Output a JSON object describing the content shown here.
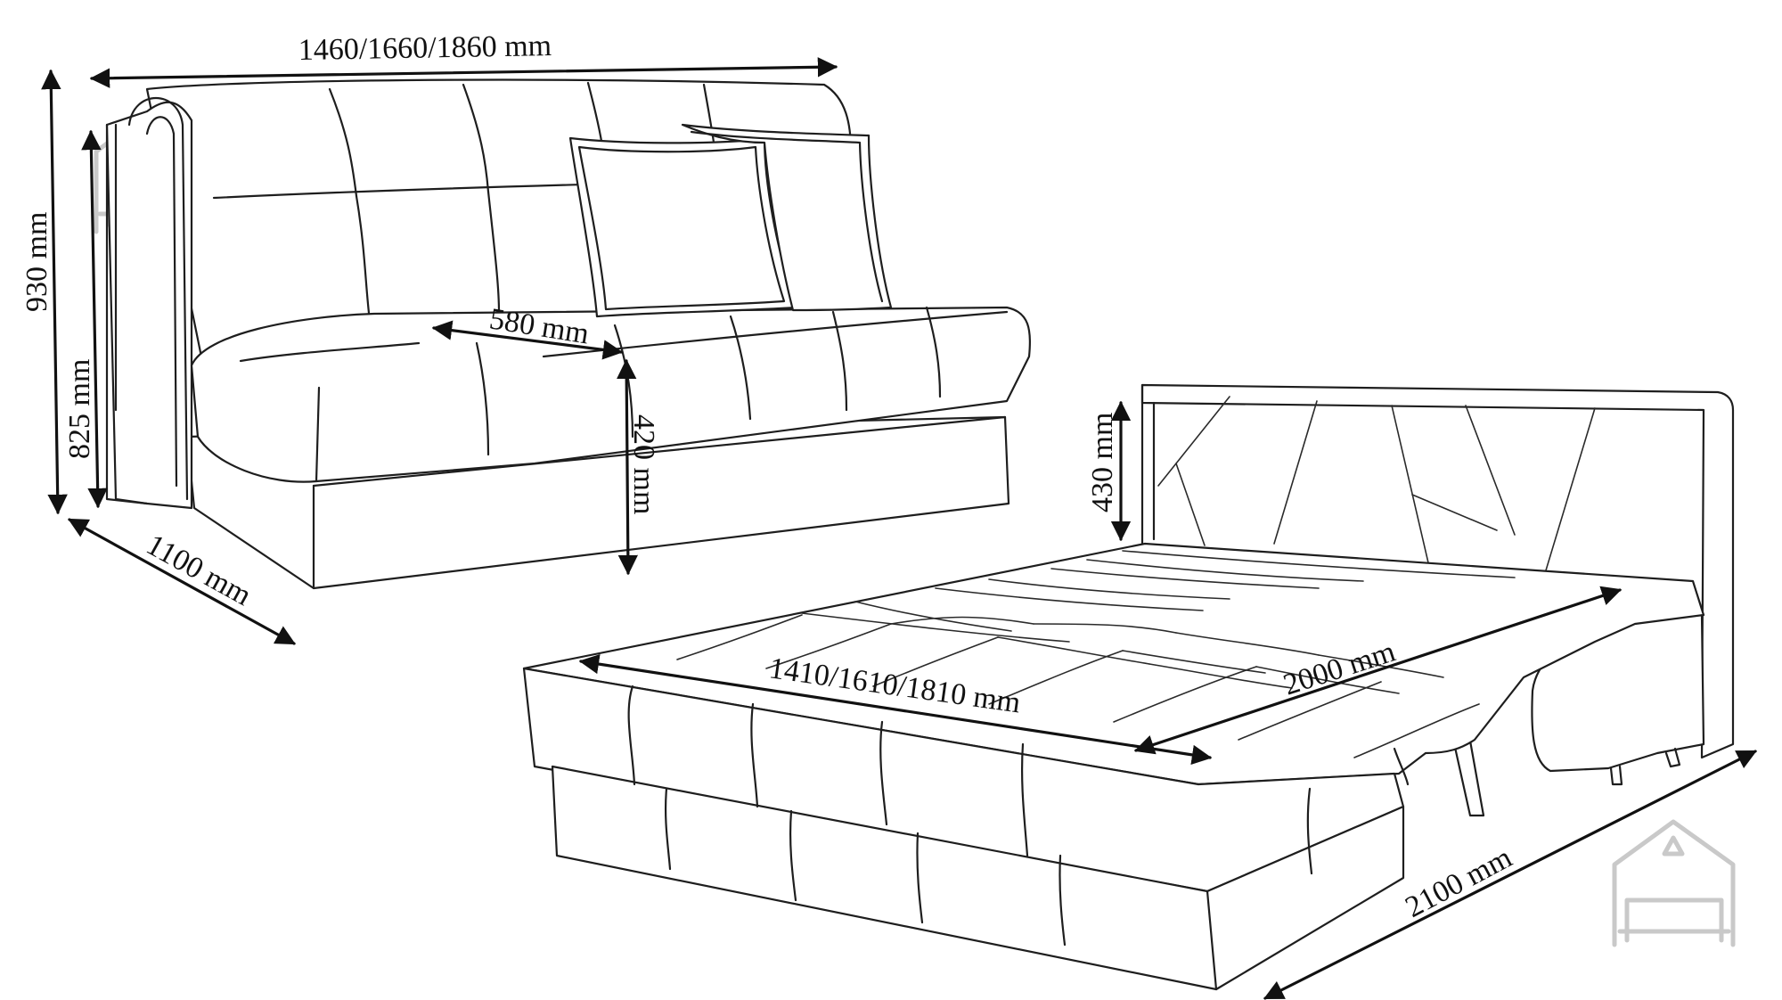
{
  "colors": {
    "line": "#1e1e1e",
    "watermark": "#c9c9c9",
    "background": "#ffffff"
  },
  "icons": {
    "watermark": "house-sofa-logo"
  },
  "sofa": {
    "dimensions": {
      "width": "1460/1660/1860 mm",
      "height_total": "930 mm",
      "height_armrest": "825 mm",
      "depth": "1100 mm",
      "seat_depth": "580 mm",
      "seat_height": "420 mm"
    }
  },
  "bed": {
    "dimensions": {
      "headboard_height": "430 mm",
      "sleeping_width": "1410/1610/1810 mm",
      "sleeping_length": "2000 mm",
      "total_length": "2100 mm"
    }
  }
}
